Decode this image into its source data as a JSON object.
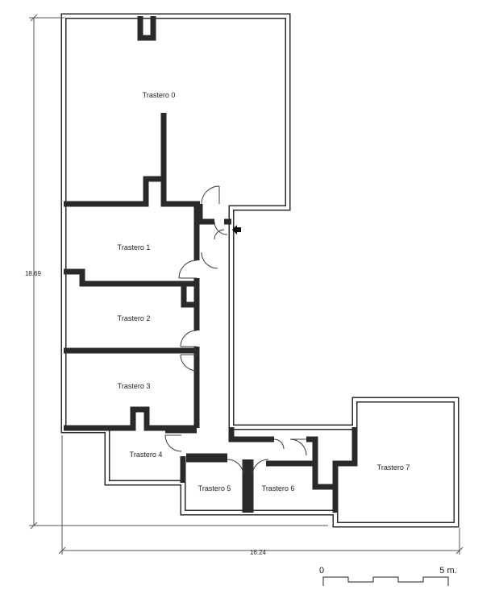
{
  "rooms": {
    "r0": "Trastero 0",
    "r1": "Trastero 1",
    "r2": "Trastero 2",
    "r3": "Trastero 3",
    "r4": "Trastero 4",
    "r5": "Trastero 5",
    "r6": "Trastero 6",
    "r7": "Trastero 7"
  },
  "dimensions": {
    "height": "18.69",
    "width": "16.24"
  },
  "scale": {
    "start": "0",
    "end": "5 m."
  },
  "icons": {
    "entrance": "entrance-arrow-icon"
  }
}
